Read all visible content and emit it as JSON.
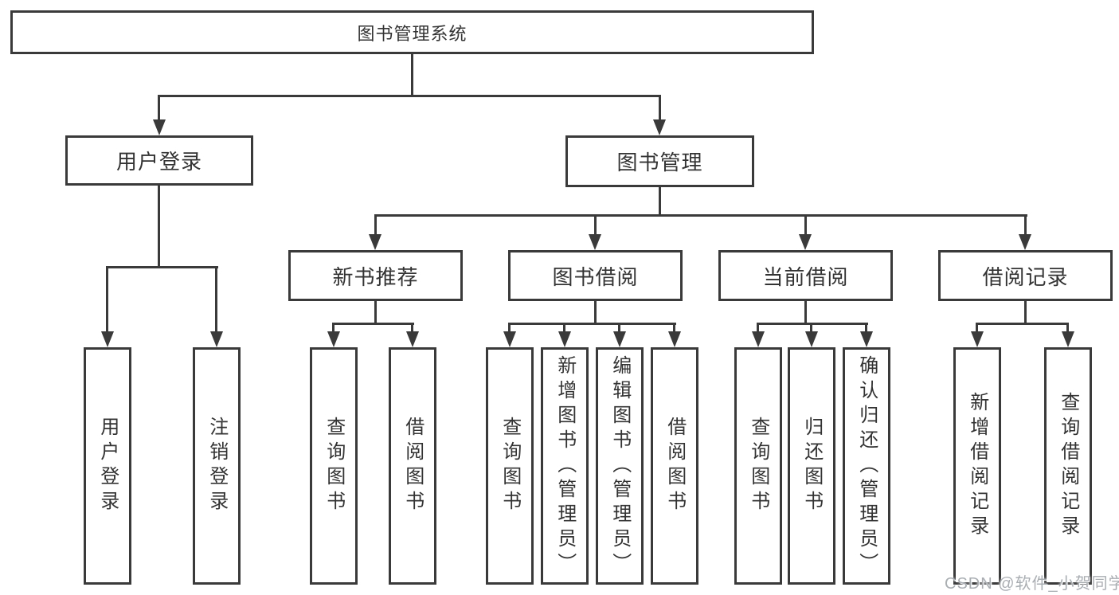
{
  "root": {
    "label": "图书管理系统"
  },
  "branches": {
    "user_login": {
      "label": "用户登录",
      "children": [
        "用户登录",
        "注销登录"
      ]
    },
    "book_mgmt": {
      "label": "图书管理",
      "sections": {
        "new_book_rec": {
          "label": "新书推荐",
          "children": [
            "查询图书",
            "借阅图书"
          ]
        },
        "book_borrow": {
          "label": "图书借阅",
          "children": [
            "查询图书",
            "新增图书（管理员）",
            "编辑图书（管理员）",
            "借阅图书"
          ]
        },
        "current_borrow": {
          "label": "当前借阅",
          "children": [
            "查询图书",
            "归还图书",
            "确认归还（管理员）"
          ]
        },
        "borrow_records": {
          "label": "借阅记录",
          "children": [
            "新增借阅记录",
            "查询借阅记录"
          ]
        }
      }
    }
  },
  "watermark": {
    "text": "CSDN @软件_小贺同学"
  },
  "colors": {
    "line": "#3a3a3a",
    "text": "#333333",
    "watermark": "#a9aeb3",
    "background": "#ffffff"
  }
}
